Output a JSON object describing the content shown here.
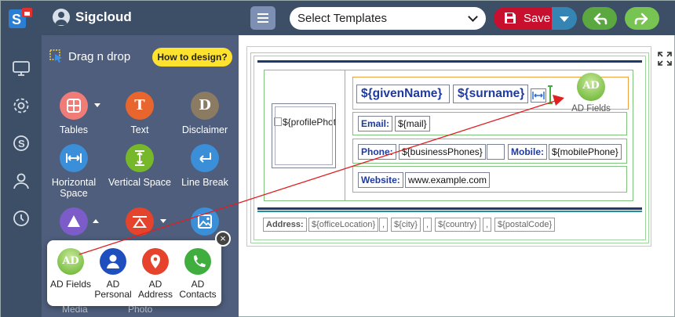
{
  "app": {
    "brand": "Sigcloud"
  },
  "toolbar": {
    "template_select": "Select Templates",
    "save_label": "Save"
  },
  "sidebar": {
    "title": "Drag n drop",
    "howto": "How to design?",
    "tools": [
      {
        "label": "Tables",
        "color": "#f07c78"
      },
      {
        "label": "Text",
        "color": "#e8662e",
        "glyph": "T"
      },
      {
        "label": "Disclaimer",
        "color": "#8a7b62",
        "glyph": "D"
      },
      {
        "label": "Horizontal Space",
        "color": "#3b8fd8"
      },
      {
        "label": "Vertical Space",
        "color": "#76b82a"
      },
      {
        "label": "Line Break",
        "color": "#3b8fd8"
      }
    ],
    "faded_labels": [
      "Media",
      "Photo"
    ]
  },
  "popup": {
    "items": [
      {
        "label": "AD Fields",
        "glyph": "AD",
        "color": "#7fc14a"
      },
      {
        "label": "AD Personal",
        "color": "#1f4fbf"
      },
      {
        "label": "AD Address",
        "color": "#e5432b"
      },
      {
        "label": "AD Contacts",
        "color": "#3fae3f"
      }
    ],
    "close": "×"
  },
  "signature": {
    "photo": "${profilePhoto}",
    "given_name": "${givenName}",
    "surname": "${surname}",
    "email_label": "Email:",
    "email_value": "${mail}",
    "phone_label": "Phone:",
    "phone_value": "${businessPhones}",
    "mobile_label": "Mobile:",
    "mobile_value": "${mobilePhone}",
    "website_label": "Website:",
    "website_value": "www.example.com",
    "address_label": "Address:",
    "address_fields": [
      "${officeLocation}",
      ",",
      "${city}",
      ",",
      "${country}",
      ",",
      "${postalCode}"
    ]
  },
  "drag_ghost": {
    "glyph": "AD",
    "label": "AD Fields"
  },
  "colors": {
    "topbar": "#3c4f66",
    "sidebar": "#4e5e7c",
    "save": "#c8102e",
    "accent_yellow": "#ffe22e",
    "arrow": "#e02020"
  }
}
